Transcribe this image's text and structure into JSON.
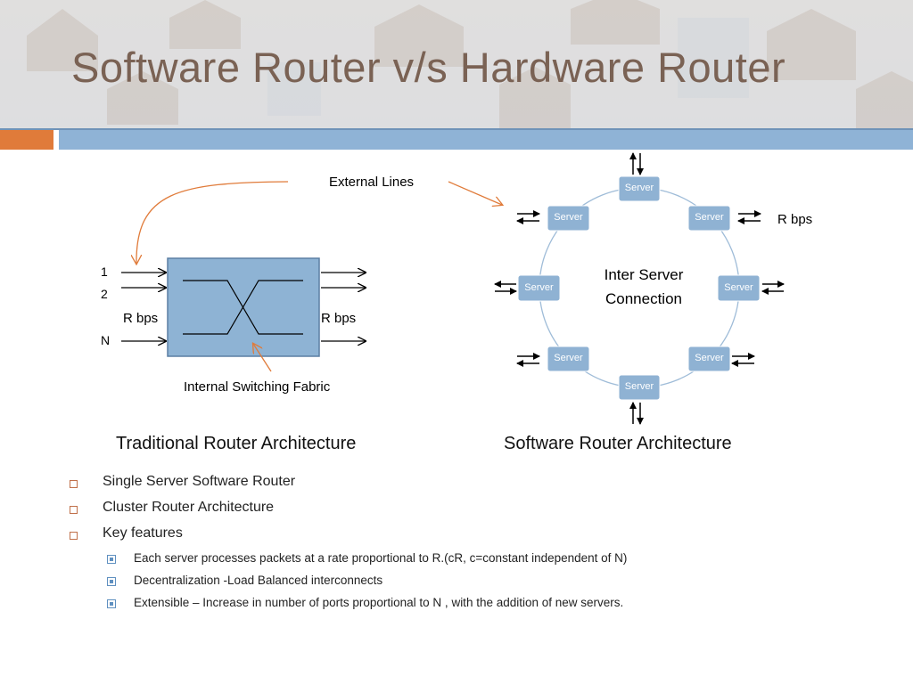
{
  "slide": {
    "title": "Software Router v/s Hardware Router"
  },
  "traditional": {
    "external_lines": "External Lines",
    "port_1": "1",
    "port_2": "2",
    "port_n": "N",
    "rate_in": "R bps",
    "rate_out": "R bps",
    "fabric_label": "Internal Switching Fabric",
    "caption": "Traditional Router Architecture"
  },
  "software": {
    "server_label": "Server",
    "center_line1": "Inter Server",
    "center_line2": "Connection",
    "rate": "R bps",
    "caption": "Software Router Architecture"
  },
  "bullets": [
    {
      "text": "Single Server Software Router"
    },
    {
      "text": "Cluster Router Architecture"
    },
    {
      "text": "Key features"
    }
  ],
  "sub_bullets": [
    {
      "text": "Each server processes packets at a rate proportional to R.(cR, c=constant independent of N)"
    },
    {
      "text": "Decentralization -Load Balanced interconnects"
    },
    {
      "text": "Extensible – Increase in number of ports proportional to N , with the addition of new servers."
    }
  ],
  "colors": {
    "title": "#7a6254",
    "accent_orange": "#e07b3a",
    "accent_blue": "#8fb3d6",
    "fabric_box": "#8eb3d4",
    "server_box": "#8fb2d3"
  }
}
